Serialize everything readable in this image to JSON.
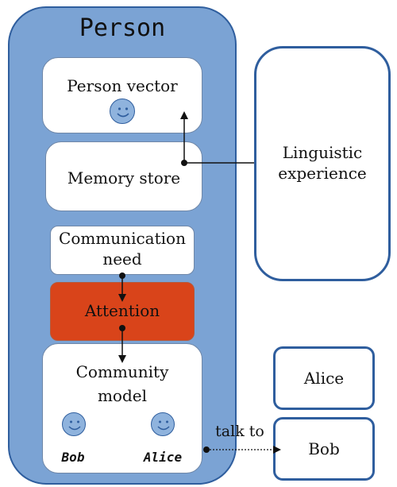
{
  "person": {
    "title": "Person",
    "person_vector": "Person vector",
    "memory_store": "Memory store",
    "communication_need_line1": "Communication",
    "communication_need_line2": "need",
    "attention": "Attention",
    "community_model_line1": "Community",
    "community_model_line2": "model",
    "member_bob": "Bob",
    "member_alice": "Alice"
  },
  "linguistic_experience": {
    "line1": "Linguistic",
    "line2": "experience"
  },
  "others": {
    "alice": "Alice",
    "bob": "Bob"
  },
  "edge_label": "talk to",
  "colors": {
    "person_fill": "#7ba3d4",
    "border_blue": "#2f5e9e",
    "attention_fill": "#d9441a",
    "face_fill": "#8fb3dd"
  }
}
